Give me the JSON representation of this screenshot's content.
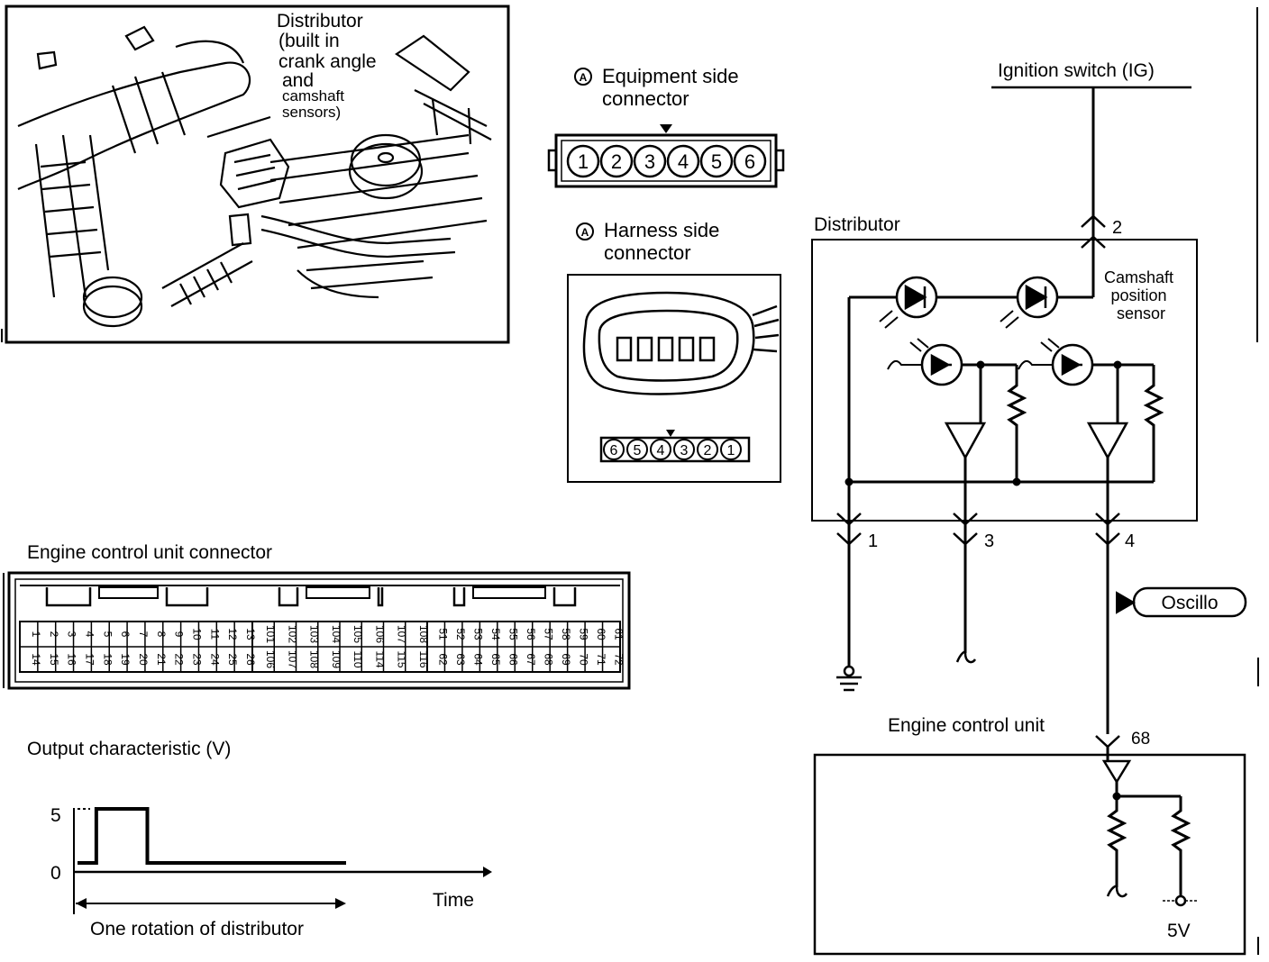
{
  "photo_panel": {
    "label_lines": [
      "Distributor",
      "(built in",
      "crank angle",
      "and",
      "camshaft",
      "sensors)"
    ]
  },
  "equipment_connector": {
    "badge": "A",
    "title_lines": [
      "Equipment side",
      "connector"
    ],
    "pins": [
      "1",
      "2",
      "3",
      "4",
      "5",
      "6"
    ]
  },
  "harness_connector": {
    "badge": "A",
    "title_lines": [
      "Harness side",
      "connector"
    ],
    "pins": [
      "6",
      "5",
      "4",
      "3",
      "2",
      "1"
    ]
  },
  "ecu_connector": {
    "title": "Engine control unit connector",
    "block1_top": [
      "1",
      "2",
      "3",
      "4",
      "5",
      "6",
      "7",
      "8",
      "9",
      "10",
      "11",
      "12",
      "13"
    ],
    "block1_bottom": [
      "14",
      "15",
      "16",
      "17",
      "18",
      "19",
      "20",
      "21",
      "22",
      "23",
      "24",
      "25",
      "26"
    ],
    "block2_top": [
      "101",
      "102",
      "103",
      "104",
      "105",
      "106",
      "107",
      "108"
    ],
    "block2_bottom": [
      "106",
      "107",
      "108",
      "109",
      "110",
      "114",
      "115",
      "116"
    ],
    "block3_top": [
      "51",
      "52",
      "53",
      "54",
      "55",
      "56",
      "57",
      "58",
      "59",
      "60",
      "61"
    ],
    "block3_bottom": [
      "62",
      "63",
      "64",
      "65",
      "66",
      "67",
      "68",
      "69",
      "70",
      "71",
      "72"
    ]
  },
  "output_characteristic": {
    "title": "Output characteristic (V)",
    "y_ticks": [
      "5",
      "0"
    ],
    "x_label": "Time",
    "span_label": "One rotation of distributor",
    "pulse": {
      "high_v": 5,
      "low_v": 0,
      "rise_frac": 0.07,
      "fall_frac": 0.26
    }
  },
  "circuit": {
    "ignition_label": "Ignition switch (IG)",
    "distributor_label": "Distributor",
    "sensor_label_lines": [
      "Camshaft",
      "position",
      "sensor"
    ],
    "pins": {
      "p1": "1",
      "p2": "2",
      "p3": "3",
      "p4": "4",
      "p68": "68"
    },
    "oscillo_label": "Oscillo",
    "ecu_label": "Engine control unit",
    "voltage_label": "5V"
  }
}
